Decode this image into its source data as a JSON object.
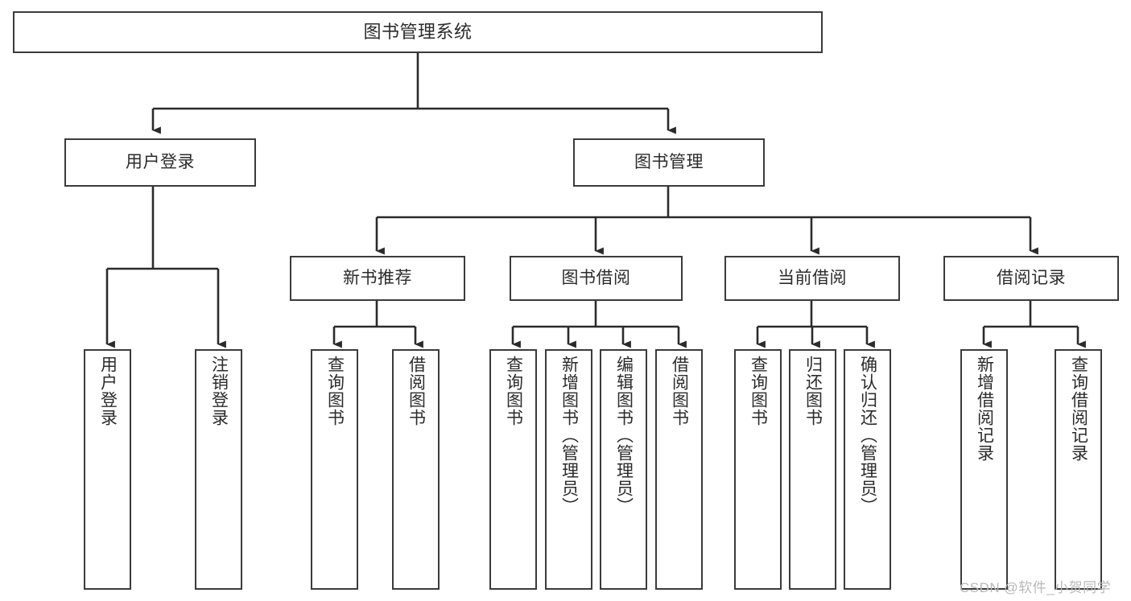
{
  "diagram": {
    "type": "tree-hierarchy",
    "title": "图书管理系统",
    "root": {
      "label": "图书管理系统"
    },
    "level2": [
      {
        "id": "user-login",
        "label": "用户登录"
      },
      {
        "id": "book-management",
        "label": "图书管理"
      }
    ],
    "level3": [
      {
        "id": "new-book-recommend",
        "label": "新书推荐",
        "parent": "book-management"
      },
      {
        "id": "book-borrow",
        "label": "图书借阅",
        "parent": "book-management"
      },
      {
        "id": "current-borrow",
        "label": "当前借阅",
        "parent": "book-management"
      },
      {
        "id": "borrow-record",
        "label": "借阅记录",
        "parent": "book-management"
      }
    ],
    "leaves": [
      {
        "id": "leaf-user-login",
        "label": "用户登录",
        "parent": "user-login"
      },
      {
        "id": "leaf-logout",
        "label": "注销登录",
        "parent": "user-login"
      },
      {
        "id": "leaf-query-book-1",
        "label": "查询图书",
        "parent": "new-book-recommend"
      },
      {
        "id": "leaf-borrow-book-1",
        "label": "借阅图书",
        "parent": "new-book-recommend"
      },
      {
        "id": "leaf-query-book-2",
        "label": "查询图书",
        "parent": "book-borrow"
      },
      {
        "id": "leaf-add-book",
        "label": "新增图书（管理员）",
        "parent": "book-borrow"
      },
      {
        "id": "leaf-edit-book",
        "label": "编辑图书（管理员）",
        "parent": "book-borrow"
      },
      {
        "id": "leaf-borrow-book-2",
        "label": "借阅图书",
        "parent": "book-borrow"
      },
      {
        "id": "leaf-query-book-3",
        "label": "查询图书",
        "parent": "current-borrow"
      },
      {
        "id": "leaf-return-book",
        "label": "归还图书",
        "parent": "current-borrow"
      },
      {
        "id": "leaf-confirm-return",
        "label": "确认归还（管理员）",
        "parent": "current-borrow"
      },
      {
        "id": "leaf-add-record",
        "label": "新增借阅记录",
        "parent": "borrow-record"
      },
      {
        "id": "leaf-query-record",
        "label": "查询借阅记录",
        "parent": "borrow-record"
      }
    ]
  },
  "watermark": {
    "text": "CSDN @软件_小贺同学"
  },
  "colors": {
    "stroke": "#3b3b3b",
    "text": "#2b2b2b",
    "background": "#ffffff",
    "watermark": "#b9b9b9"
  }
}
